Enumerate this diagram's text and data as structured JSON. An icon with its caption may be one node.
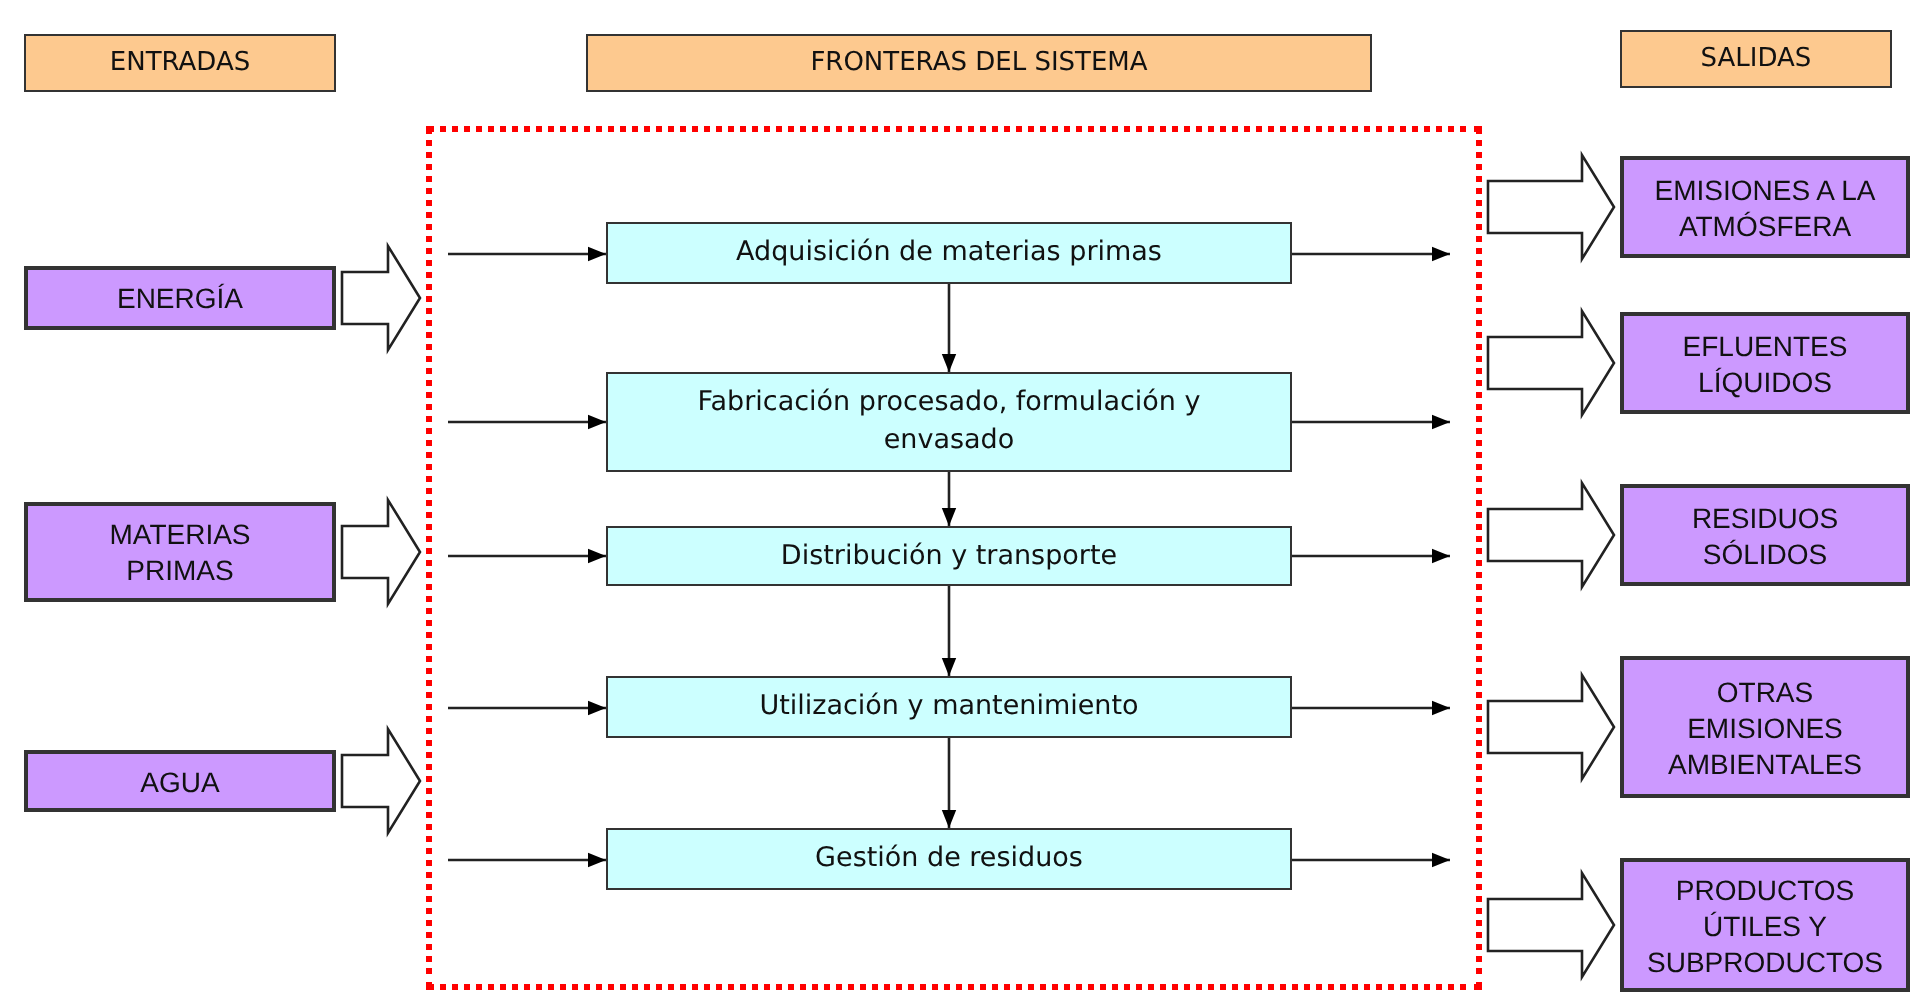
{
  "diagram": {
    "nodes": [
      {
        "text": [
          "ENTRADAS"
        ]
      },
      {
        "text": [
          "FRONTERAS DEL SISTEMA"
        ]
      },
      {
        "text": [
          "SALIDAS"
        ]
      },
      {
        "text": [],
        "shape": "box"
      },
      {
        "text": [
          "Adquisición de materias primas"
        ],
        "in": 3
      },
      {
        "text": [
          "Fabricación procesado, formulación y envasado"
        ],
        "in": 3
      },
      {
        "text": [
          "Distribución y transporte"
        ],
        "in": 3
      },
      {
        "text": [
          "Utilización y mantenimiento"
        ],
        "in": 3
      },
      {
        "text": [
          "Gestión de residuos"
        ],
        "in": 3
      },
      {
        "text": [
          "ENERGÍA"
        ]
      },
      {
        "text": [
          "MATERIAS PRIMAS"
        ]
      },
      {
        "text": [
          "AGUA"
        ]
      },
      {
        "text": [
          "EMISIONES A LA ATMÓSFERA"
        ]
      },
      {
        "text": [
          "EFLUENTES LÍQUIDOS"
        ]
      },
      {
        "text": [
          "RESIDUOS SÓLIDOS"
        ]
      },
      {
        "text": [
          "OTRAS EMISIONES AMBIENTALES"
        ]
      },
      {
        "text": [
          "PRODUCTOS ÚTILES Y SUBPRODUCTOS"
        ]
      }
    ],
    "edges": [
      {
        "from": 9,
        "to": 3,
        "arrow": "to",
        "style": "thick"
      },
      {
        "from": 10,
        "to": 3,
        "arrow": "to",
        "style": "thick"
      },
      {
        "from": 11,
        "to": 3,
        "arrow": "to",
        "style": "thick"
      },
      {
        "from": null,
        "to": 4,
        "arrow": "to"
      },
      {
        "from": null,
        "to": 5,
        "arrow": "to"
      },
      {
        "from": null,
        "to": 6,
        "arrow": "to"
      },
      {
        "from": null,
        "to": 7,
        "arrow": "to"
      },
      {
        "from": null,
        "to": 8,
        "arrow": "to"
      },
      {
        "from": 4,
        "to": 5,
        "arrow": "to"
      },
      {
        "from": 5,
        "to": 6,
        "arrow": "to"
      },
      {
        "from": 6,
        "to": 7,
        "arrow": "to"
      },
      {
        "from": 7,
        "to": 8,
        "arrow": "to"
      },
      {
        "from": 4,
        "to": null,
        "arrow": "to"
      },
      {
        "from": 5,
        "to": null,
        "arrow": "to"
      },
      {
        "from": 6,
        "to": null,
        "arrow": "to"
      },
      {
        "from": 7,
        "to": null,
        "arrow": "to"
      },
      {
        "from": 8,
        "to": null,
        "arrow": "to"
      },
      {
        "from": 3,
        "to": 12,
        "arrow": "to",
        "style": "thick"
      },
      {
        "from": 3,
        "to": 13,
        "arrow": "to",
        "style": "thick"
      },
      {
        "from": 3,
        "to": 14,
        "arrow": "to",
        "style": "thick"
      },
      {
        "from": 3,
        "to": 15,
        "arrow": "to",
        "style": "thick"
      },
      {
        "from": 3,
        "to": 16,
        "arrow": "to",
        "style": "thick"
      }
    ]
  }
}
